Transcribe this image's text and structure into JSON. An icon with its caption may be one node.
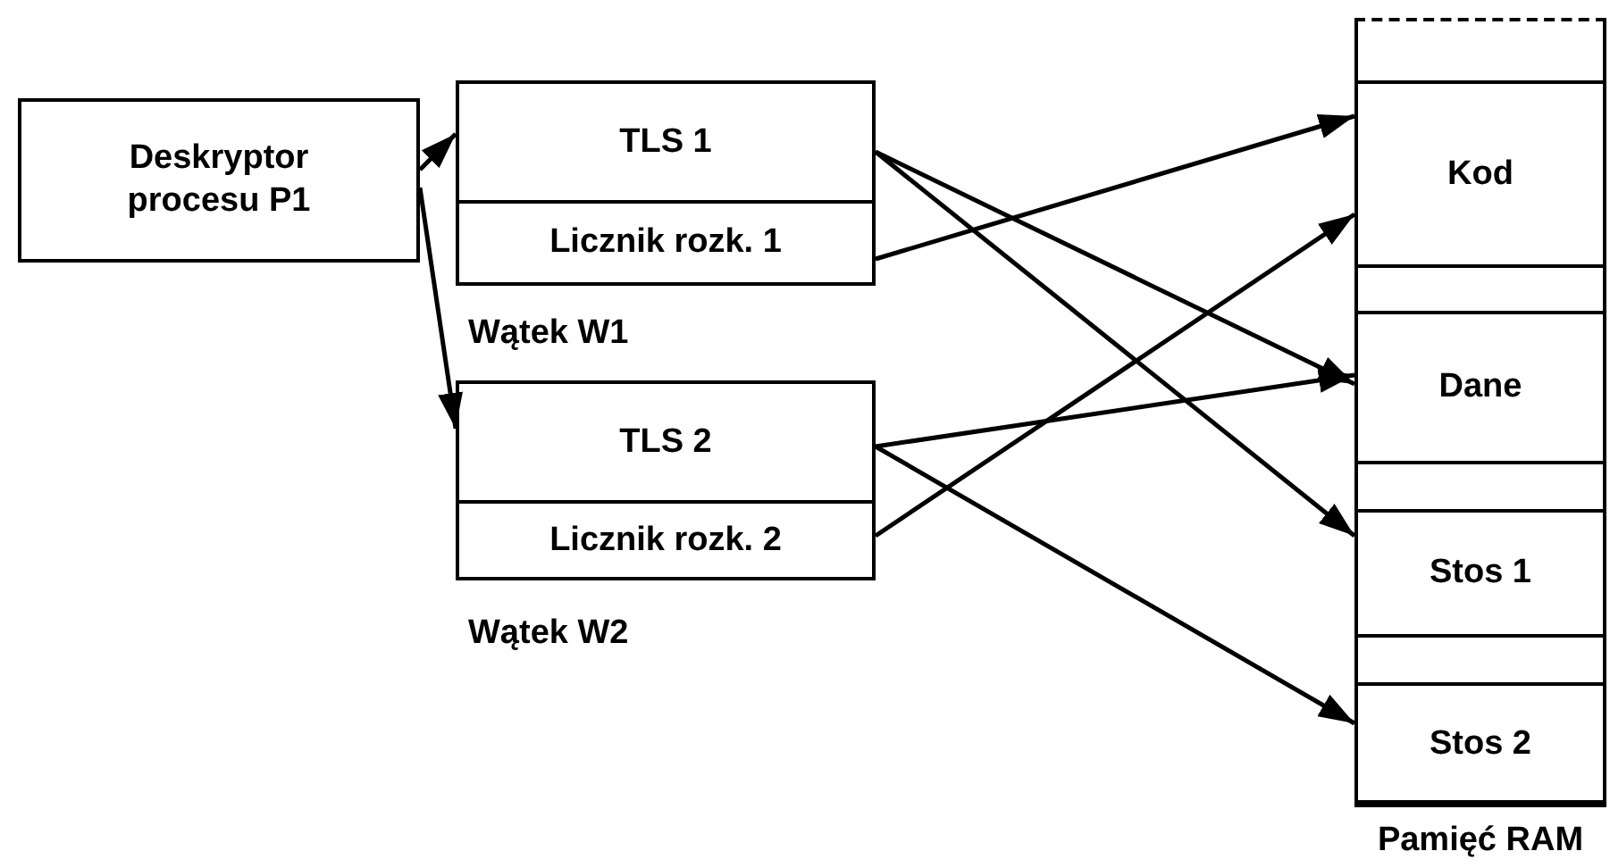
{
  "diagram": {
    "nodes": [
      {
        "text": [
          "Deskryptor procesu P1"
        ]
      },
      {
        "text": [
          "TLS 1"
        ]
      },
      {
        "text": [
          "Licznik rozk. 1"
        ]
      },
      {
        "text": [
          "TLS 2"
        ]
      },
      {
        "text": [
          "Licznik rozk. 2"
        ]
      },
      {
        "text": [
          "Pamięć RAM"
        ]
      },
      {
        "text": [
          "Kod"
        ],
        "in": 5
      },
      {
        "text": [
          "Dane"
        ],
        "in": 5
      },
      {
        "text": [
          "Stos 1"
        ],
        "in": 5
      },
      {
        "text": [
          "Stos 2"
        ],
        "in": 5
      }
    ],
    "edges": [
      {
        "from": 0,
        "to": 1,
        "arrow": "to"
      },
      {
        "from": 0,
        "to": 3,
        "arrow": "to"
      },
      {
        "from": 1,
        "to": 7,
        "arrow": "to"
      },
      {
        "from": 1,
        "to": 8,
        "arrow": "to"
      },
      {
        "from": 2,
        "to": 6,
        "arrow": "to"
      },
      {
        "from": 3,
        "to": 7,
        "arrow": "to"
      },
      {
        "from": 3,
        "to": 9,
        "arrow": "to"
      },
      {
        "from": 4,
        "to": 6,
        "arrow": "to"
      }
    ],
    "labels": [
      "Wątek W1",
      "Wątek W2"
    ]
  }
}
